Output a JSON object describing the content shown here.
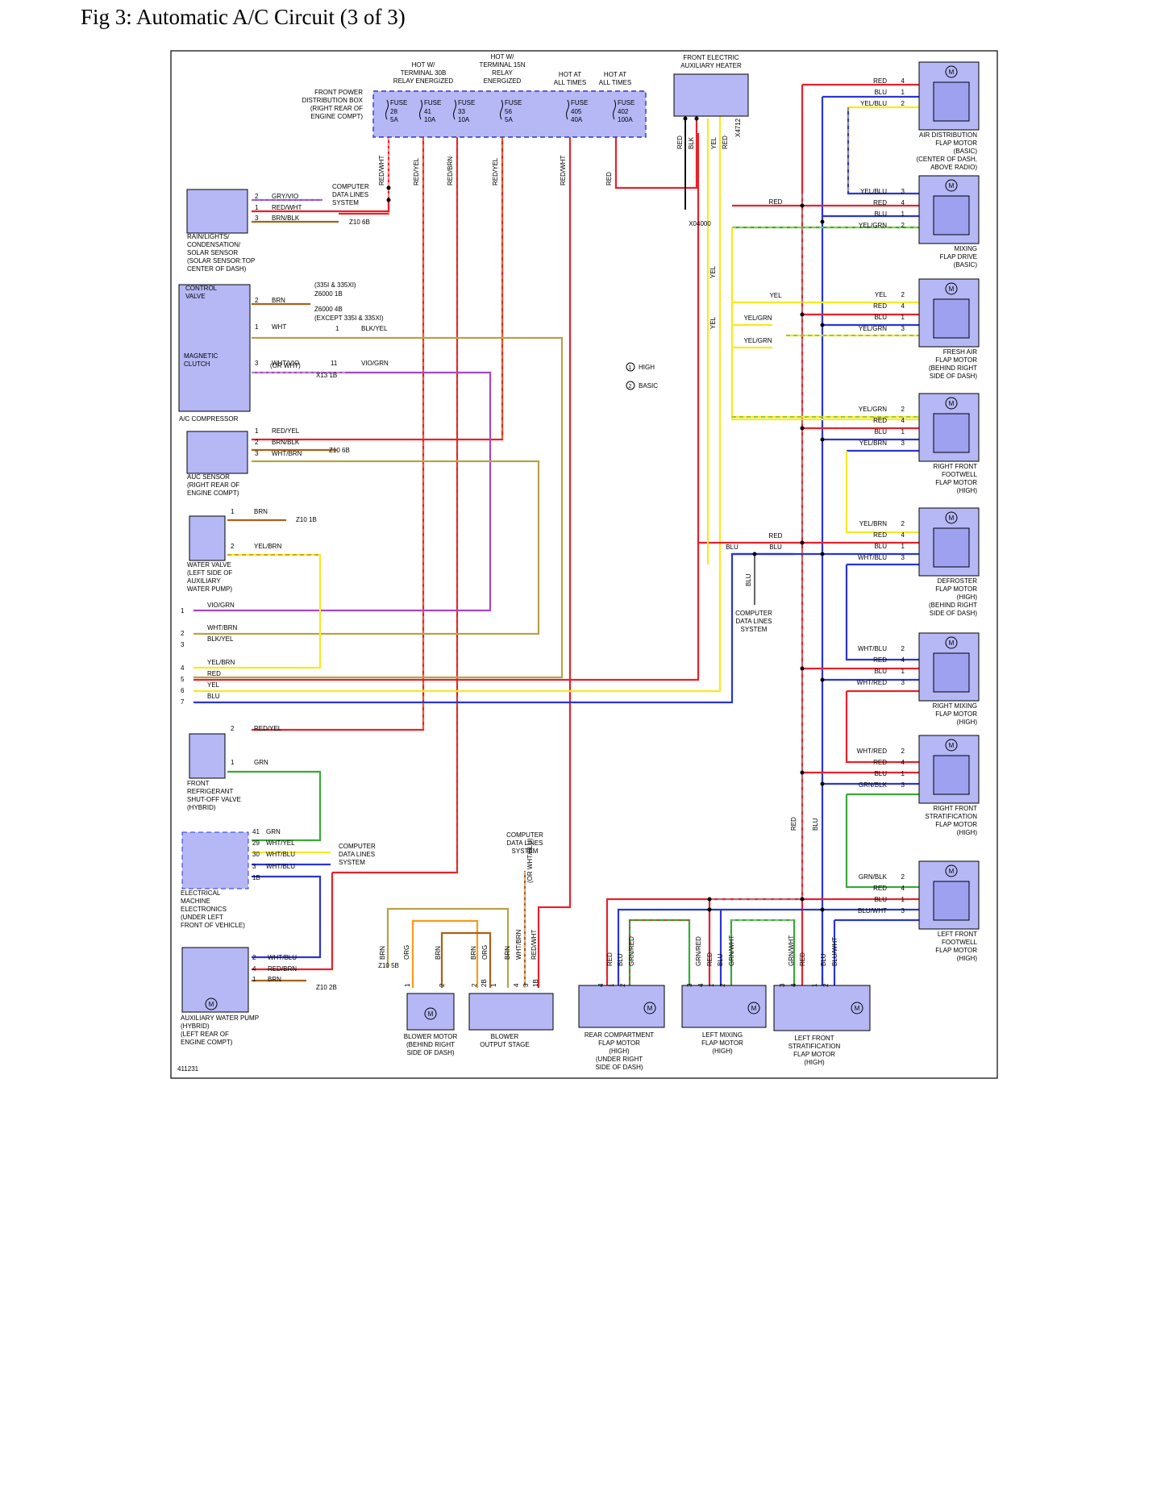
{
  "title": "Fig 3: Automatic A/C Circuit (3 of 3)",
  "figure_id": "411231",
  "colors": {
    "RED": "#e8212b",
    "BLU": "#2a35d6",
    "YEL": "#f5ea1f",
    "GRN": "#3aa83a",
    "BRN": "#a8611a",
    "ORG": "#f39c1c",
    "VIO": "#a347c8",
    "GRY": "#9a9a9a",
    "WHT": "#c8c8c8",
    "BLK": "#111111",
    "OLV": "#b7a24a",
    "component_fill": "#b5b8f5"
  },
  "fuse_box": {
    "title": [
      "FRONT POWER",
      "DISTRIBUTION BOX",
      "(RIGHT REAR OF",
      "ENGINE COMPT)"
    ],
    "headers": [
      [
        "HOT W/",
        "TERMINAL 30B",
        "RELAY ENERGIZED"
      ],
      [
        "HOT W/",
        "TERMINAL 15N",
        "RELAY",
        "ENERGIZED"
      ],
      [
        "HOT AT",
        "ALL TIMES"
      ],
      [
        "HOT AT",
        "ALL TIMES"
      ]
    ],
    "fuses": [
      {
        "label": "FUSE",
        "num": "28",
        "amp": "5A"
      },
      {
        "label": "FUSE",
        "num": "41",
        "amp": "10A"
      },
      {
        "label": "FUSE",
        "num": "33",
        "amp": "10A"
      },
      {
        "label": "FUSE",
        "num": "56",
        "amp": "5A"
      },
      {
        "label": "FUSE",
        "num": "405",
        "amp": "40A"
      },
      {
        "label": "FUSE",
        "num": "402",
        "amp": "100A"
      }
    ],
    "outputs": [
      "RED/WHT",
      "RED/YEL",
      "RED/BRN",
      "RED/YEL",
      "RED/WHT",
      "RED"
    ]
  },
  "aux_heater": {
    "title": [
      "FRONT ELECTRIC",
      "AUXILIARY HEATER"
    ],
    "pins": [
      "RED",
      "BLK",
      "YEL",
      "RED"
    ],
    "ground": "X04000",
    "connector": "X4712"
  },
  "legend": [
    {
      "num": "1",
      "text": "HIGH"
    },
    {
      "num": "2",
      "text": "BASIC"
    }
  ],
  "left_components": [
    {
      "name": [
        "RAIN/LIGHTS/",
        "CONDENSATION/",
        "SOLAR SENSOR",
        "(SOLAR SENSOR:TOP",
        "CENTER OF DASH)"
      ],
      "wires": [
        {
          "pin": "2",
          "color": "GRY/VIO"
        },
        {
          "pin": "1",
          "color": "RED/WHT"
        },
        {
          "pin": "3",
          "color": "BRN/BLK"
        }
      ],
      "data_lines": [
        "COMPUTER",
        "DATA LINES",
        "SYSTEM"
      ],
      "ground": "Z10 6B"
    },
    {
      "name": [
        "A/C COMPRESSOR"
      ],
      "sub": [
        "CONTROL",
        "VALVE",
        "MAGNETIC",
        "CLUTCH"
      ],
      "wires": [
        {
          "pin": "2",
          "color": "BRN"
        },
        {
          "pin": "1",
          "color": "WHT"
        },
        {
          "pin": "3",
          "color": "WHT/VIO"
        }
      ],
      "notes": [
        "(335I & 335XI)",
        "Z6000 1B",
        "Z6000 4B",
        "(EXCEPT 335I & 335XI)",
        "(OR WHT)",
        "X13 1B"
      ],
      "splice": [
        {
          "pin": "1",
          "color": "BLK/YEL"
        },
        {
          "pin": "11",
          "color": "VIO/GRN"
        }
      ]
    },
    {
      "name": [
        "AUC SENSOR",
        "(RIGHT REAR OF",
        "ENGINE COMPT)"
      ],
      "wires": [
        {
          "pin": "1",
          "color": "RED/YEL"
        },
        {
          "pin": "2",
          "color": "BRN/BLK"
        },
        {
          "pin": "3",
          "color": "WHT/BRN"
        }
      ],
      "ground": "Z10 6B"
    },
    {
      "name": [
        "WATER VALVE",
        "(LEFT SIDE OF",
        "AUXILIARY",
        "WATER PUMP)"
      ],
      "wires": [
        {
          "pin": "1",
          "color": "BRN"
        },
        {
          "pin": "2",
          "color": "YEL/BRN"
        }
      ],
      "ground": "Z10 1B"
    },
    {
      "name": [
        "FRONT",
        "REFRIGERANT",
        "SHUT-OFF VALVE",
        "(HYBRID)"
      ],
      "wires": [
        {
          "pin": "2",
          "color": "RED/YEL"
        },
        {
          "pin": "1",
          "color": "GRN"
        }
      ]
    },
    {
      "name": [
        "ELECTRICAL",
        "MACHINE",
        "ELECTRONICS",
        "(UNDER LEFT",
        "FRONT OF VEHICLE)"
      ],
      "wires": [
        {
          "pin": "41",
          "color": "GRN"
        },
        {
          "pin": "29",
          "color": "WHT/YEL"
        },
        {
          "pin": "30",
          "color": "WHT/BLU"
        },
        {
          "pin": "3",
          "color": "WHT/BLU"
        },
        {
          "pin": "1B",
          "color": ""
        }
      ],
      "data_lines": [
        "COMPUTER",
        "DATA LINES",
        "SYSTEM"
      ]
    },
    {
      "name": [
        "AUXILIARY WATER PUMP",
        "(HYBRID)",
        "(LEFT REAR OF",
        "ENGINE COMPT)"
      ],
      "wires": [
        {
          "pin": "2",
          "color": "WHT/BLU"
        },
        {
          "pin": "4",
          "color": "RED/BRN"
        },
        {
          "pin": "1",
          "color": "BRN"
        }
      ],
      "ground": "Z10 2B"
    }
  ],
  "left_connector": [
    {
      "pin": "1",
      "color": "VIO/GRN"
    },
    {
      "pin": "2",
      "color": "WHT/BRN"
    },
    {
      "pin": "3",
      "color": "BLK/YEL"
    },
    {
      "pin": "4",
      "color": "YEL/BRN"
    },
    {
      "pin": "5",
      "color": "RED"
    },
    {
      "pin": "6",
      "color": "YEL"
    },
    {
      "pin": "7",
      "color": "BLU"
    }
  ],
  "right_motors": [
    {
      "name": [
        "AIR DISTRIBUTION",
        "FLAP MOTOR",
        "(BASIC)",
        "(CENTER OF DASH,",
        "ABOVE RADIO)"
      ],
      "wires": [
        {
          "pin": "4",
          "color": "RED"
        },
        {
          "pin": "1",
          "color": "BLU"
        },
        {
          "pin": "2",
          "color": "YEL/BLU"
        }
      ]
    },
    {
      "name": [
        "MIXING",
        "FLAP DRIVE",
        "(BASIC)"
      ],
      "wires": [
        {
          "pin": "3",
          "color": "YEL/BLU"
        },
        {
          "pin": "4",
          "color": "RED"
        },
        {
          "pin": "1",
          "color": "BLU"
        },
        {
          "pin": "2",
          "color": "YEL/GRN"
        }
      ]
    },
    {
      "name": [
        "FRESH AIR",
        "FLAP MOTOR",
        "(BEHIND RIGHT",
        "SIDE OF DASH)"
      ],
      "wires": [
        {
          "pin": "2",
          "color": "YEL"
        },
        {
          "pin": "4",
          "color": "RED"
        },
        {
          "pin": "1",
          "color": "BLU"
        },
        {
          "pin": "3",
          "color": "YEL/GRN"
        }
      ]
    },
    {
      "name": [
        "RIGHT FRONT",
        "FOOTWELL",
        "FLAP MOTOR",
        "(HIGH)"
      ],
      "wires": [
        {
          "pin": "2",
          "color": "YEL/GRN"
        },
        {
          "pin": "4",
          "color": "RED"
        },
        {
          "pin": "1",
          "color": "BLU"
        },
        {
          "pin": "3",
          "color": "YEL/BRN"
        }
      ]
    },
    {
      "name": [
        "DEFROSTER",
        "FLAP MOTOR",
        "(HIGH)",
        "(BEHIND RIGHT",
        "SIDE OF DASH)"
      ],
      "wires": [
        {
          "pin": "2",
          "color": "YEL/BRN"
        },
        {
          "pin": "4",
          "color": "RED"
        },
        {
          "pin": "1",
          "color": "BLU"
        },
        {
          "pin": "3",
          "color": "WHT/BLU"
        }
      ]
    },
    {
      "name": [
        "RIGHT MIXING",
        "FLAP MOTOR",
        "(HIGH)"
      ],
      "wires": [
        {
          "pin": "2",
          "color": "WHT/BLU"
        },
        {
          "pin": "4",
          "color": "RED"
        },
        {
          "pin": "1",
          "color": "BLU"
        },
        {
          "pin": "3",
          "color": "WHT/RED"
        }
      ]
    },
    {
      "name": [
        "RIGHT FRONT",
        "STRATIFICATION",
        "FLAP MOTOR",
        "(HIGH)"
      ],
      "wires": [
        {
          "pin": "2",
          "color": "WHT/RED"
        },
        {
          "pin": "4",
          "color": "RED"
        },
        {
          "pin": "1",
          "color": "BLU"
        },
        {
          "pin": "3",
          "color": "GRN/BLK"
        }
      ]
    },
    {
      "name": [
        "LEFT FRONT",
        "FOOTWELL",
        "FLAP MOTOR",
        "(HIGH)"
      ],
      "wires": [
        {
          "pin": "2",
          "color": "GRN/BLK"
        },
        {
          "pin": "4",
          "color": "RED"
        },
        {
          "pin": "1",
          "color": "BLU"
        },
        {
          "pin": "3",
          "color": "BLU/WHT"
        }
      ]
    }
  ],
  "mid_labels": {
    "yel_branch": "YEL",
    "yel_grn_1": "YEL/GRN",
    "yel_grn_2": "YEL/GRN",
    "red_1": "RED",
    "red_2": "RED",
    "blu_1": "BLU",
    "blu_2": "BLU",
    "data_lines": [
      "COMPUTER",
      "DATA LINES",
      "SYSTEM"
    ],
    "vert_yel": "YEL",
    "vert_yel2": "YEL",
    "vert_red": "RED",
    "vert_blu": "BLU"
  },
  "bottom_components": [
    {
      "name": [
        "BLOWER MOTOR",
        "(BEHIND RIGHT",
        "SIDE OF DASH)"
      ],
      "pins": [
        "1",
        "2"
      ]
    },
    {
      "name": [
        "BLOWER",
        "OUTPUT STAGE"
      ],
      "pins": [
        "2",
        "2B",
        "1",
        "4",
        "3",
        "1B"
      ]
    },
    {
      "name": [
        "REAR COMPARTMENT",
        "FLAP MOTOR",
        "(HIGH)",
        "(UNDER RIGHT",
        "SIDE OF DASH)"
      ],
      "pins": [
        "4",
        "1",
        "2"
      ],
      "wires": [
        "RED",
        "BLU",
        "GRN/RED"
      ]
    },
    {
      "name": [
        "LEFT MIXING",
        "FLAP MOTOR",
        "(HIGH)"
      ],
      "pins": [
        "3",
        "4",
        "1",
        "2"
      ],
      "wires": [
        "GRN/RED",
        "RED",
        "BLU",
        "GRN/WHT"
      ]
    },
    {
      "name": [
        "LEFT FRONT",
        "STRATIFICATION",
        "FLAP MOTOR",
        "(HIGH)"
      ],
      "pins": [
        "3",
        "4",
        "1",
        "2"
      ],
      "wires": [
        "GRN/WHT",
        "RED",
        "BLU",
        "BLU/WHT"
      ]
    }
  ],
  "bottom_wires": [
    "BRN",
    "ORG",
    "BRN",
    "BRN",
    "ORG",
    "BRN",
    "WHT/BRN",
    "(OR WHT/BLU)",
    "RED/WHT"
  ],
  "bottom_ground": "Z10 5B",
  "bottom_data_lines": [
    "COMPUTER",
    "DATA LINES",
    "SYSTEM"
  ]
}
